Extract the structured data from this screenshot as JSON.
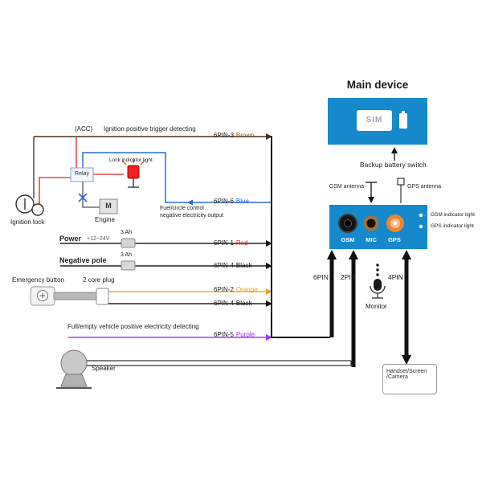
{
  "header": {
    "main_device": "Main device"
  },
  "sim_box": {
    "sim": "SIM",
    "backup_battery_switch": "Backup battery switch"
  },
  "antennas": {
    "gsm": "GSM antenna",
    "gps": "GPS antenna"
  },
  "device": {
    "ports": [
      "GSM",
      "MIC",
      "GPS"
    ],
    "gsm_indicator": "GSM indicator light",
    "gps_indicator": "GPS indicator light"
  },
  "pins": {
    "six": "6PIN",
    "two": "2PIN",
    "four": "4PIN"
  },
  "peripherals": {
    "monitor": "Monitor",
    "handset_line1": "Handset/Screen",
    "handset_line2": "/Camera",
    "speaker": "Speaker"
  },
  "left": {
    "acc": "(ACC)",
    "ignition_detecting": "Ignition positive trigger detecting",
    "ignition_lock": "Ignition lock",
    "relay": "Relay",
    "lock_indicator_light": "Lock indicator light",
    "engine_symbol": "M",
    "engine": "Engine",
    "fuel_control_line1": "Fuel/circle control",
    "fuel_control_line2": "negative electricity output",
    "power": "Power",
    "power_voltage": "+12~24V",
    "fuse": "3 Ah",
    "negative_pole": "Negative pole",
    "emergency_button": "Emergency button",
    "core_plug": "2 core plug",
    "full_empty": "Full/empty vehicle positive electricity detecting"
  },
  "wires": [
    {
      "pin": "6PIN-3",
      "color_name": "Brown",
      "color": "#8a5a2a"
    },
    {
      "pin": "6PIN-6",
      "color_name": "Blue",
      "color": "#2b6bd8"
    },
    {
      "pin": "6PIN-1",
      "color_name": "Red",
      "color": "#e02424"
    },
    {
      "pin": "6PIN-4",
      "color_name": "Black",
      "color": "#111111"
    },
    {
      "pin": "6PIN-2",
      "color_name": "Orange",
      "color": "#eea320"
    },
    {
      "pin": "6PIN-4",
      "color_name": "Black",
      "color": "#111111"
    },
    {
      "pin": "6PIN-5",
      "color_name": "Purple",
      "color": "#9b30f0"
    }
  ],
  "colors": {
    "device_blue": "#1589cc"
  }
}
